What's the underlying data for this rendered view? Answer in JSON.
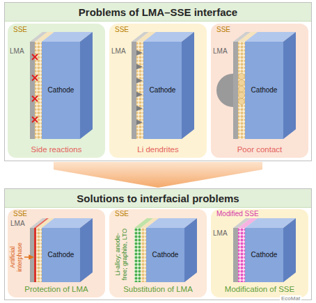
{
  "diagram": {
    "nodes": [
      {
        "text": [
          "Problems of LMA–SSE interface"
        ]
      },
      {
        "text": [
          "Side reactions"
        ],
        "in": 0
      },
      {
        "text": [
          "Li dendrites"
        ],
        "in": 0
      },
      {
        "text": [
          "Poor contact"
        ],
        "in": 0
      },
      {
        "text": [
          "Solutions to interfacial problems"
        ]
      },
      {
        "text": [
          "Protection of LMA"
        ],
        "in": 4
      },
      {
        "text": [
          "Substitution of LMA"
        ],
        "in": 4
      },
      {
        "text": [
          "Modification of SSE"
        ],
        "in": 4
      }
    ],
    "edges": [
      {
        "from": 0,
        "to": 4,
        "arrow": "to"
      }
    ],
    "labels": [
      "SSE",
      "LMA",
      "Cathode",
      "SSE",
      "LMA",
      "Cathode",
      "SSE",
      "LMA",
      "Cathode",
      "SSE",
      "LMA",
      "Artificial interphase",
      "Cathode",
      "SSE",
      "Li-alloy; anode-free; graphite, LTO",
      "Cathode",
      "Modified SSE",
      "LMA",
      "Cathode",
      "EcoMat"
    ]
  }
}
